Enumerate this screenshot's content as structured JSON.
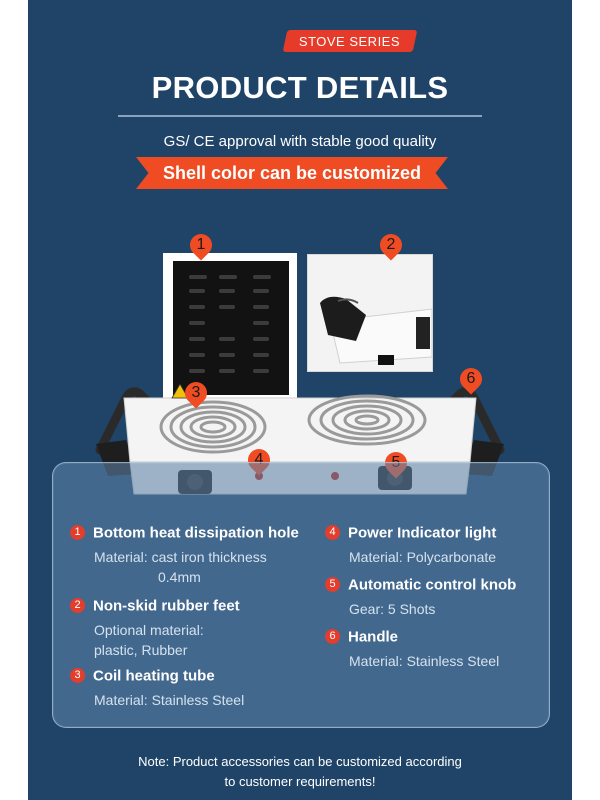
{
  "header": {
    "badge": "STOVE SERIES",
    "title": "PRODUCT DETAILS",
    "subtitle": "GS/ CE approval with stable good quality",
    "banner": "Shell color can be customized"
  },
  "markers": [
    "1",
    "2",
    "3",
    "4",
    "5",
    "6"
  ],
  "features": [
    {
      "num": "1",
      "title": "Bottom heat dissipation hole",
      "desc1": "Material: cast iron thickness",
      "desc2": "0.4mm"
    },
    {
      "num": "2",
      "title": "Non-skid rubber feet",
      "desc1": "Optional material:",
      "desc2": "plastic, Rubber"
    },
    {
      "num": "3",
      "title": "Coil heating tube",
      "desc1": "Material: Stainless Steel"
    },
    {
      "num": "4",
      "title": "Power Indicator light",
      "desc1": "Material: Polycarbonate"
    },
    {
      "num": "5",
      "title": "Automatic control knob",
      "desc1": "Gear: 5 Shots"
    },
    {
      "num": "6",
      "title": "Handle",
      "desc1": "Material: Stainless Steel"
    }
  ],
  "note": {
    "line1": "Note: Product accessories can be customized according",
    "line2": "to customer requirements!"
  },
  "colors": {
    "background": "#1f4468",
    "accent": "#ef4c23",
    "badge": "#e63a2a"
  }
}
